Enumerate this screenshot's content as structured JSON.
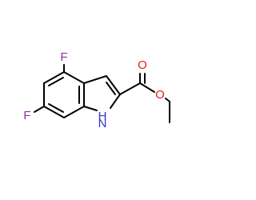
{
  "molecule": {
    "colors": {
      "bond": "#000000",
      "fluorine": "#8f2d9b",
      "nitrogen": "#2f35c9",
      "oxygen": "#e0221b",
      "background": "#ffffff"
    },
    "atoms": {
      "f4": "F",
      "f6": "F",
      "nh": "H",
      "n1": "N",
      "o_carbonyl": "O",
      "o_ester": "O"
    }
  }
}
